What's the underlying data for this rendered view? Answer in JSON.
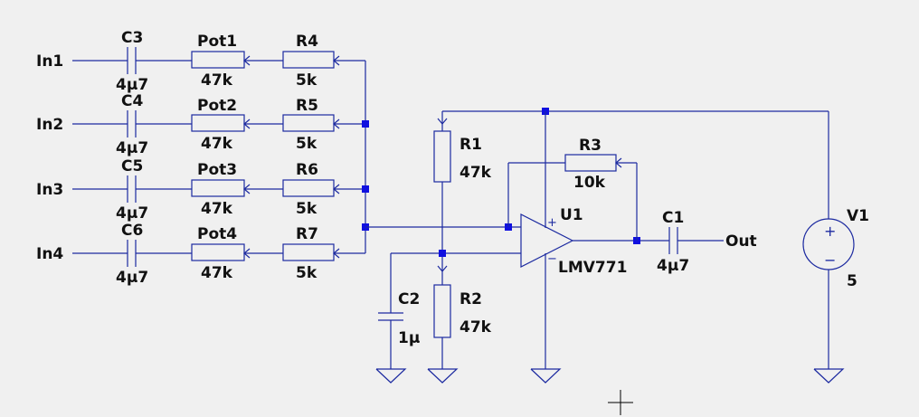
{
  "inputs": {
    "in1": "In1",
    "in2": "In2",
    "in3": "In3",
    "in4": "In4"
  },
  "output": "Out",
  "caps": {
    "c3": {
      "name": "C3",
      "value": "4µ7"
    },
    "c4": {
      "name": "C4",
      "value": "4µ7"
    },
    "c5": {
      "name": "C5",
      "value": "4µ7"
    },
    "c6": {
      "name": "C6",
      "value": "4µ7"
    },
    "c1": {
      "name": "C1",
      "value": "4µ7"
    },
    "c2": {
      "name": "C2",
      "value": "1µ"
    }
  },
  "pots": {
    "pot1": {
      "name": "Pot1",
      "value": "47k"
    },
    "pot2": {
      "name": "Pot2",
      "value": "47k"
    },
    "pot3": {
      "name": "Pot3",
      "value": "47k"
    },
    "pot4": {
      "name": "Pot4",
      "value": "47k"
    }
  },
  "resistors": {
    "r4": {
      "name": "R4",
      "value": "5k"
    },
    "r5": {
      "name": "R5",
      "value": "5k"
    },
    "r6": {
      "name": "R6",
      "value": "5k"
    },
    "r7": {
      "name": "R7",
      "value": "5k"
    },
    "r1": {
      "name": "R1",
      "value": "47k"
    },
    "r2": {
      "name": "R2",
      "value": "47k"
    },
    "r3": {
      "name": "R3",
      "value": "10k"
    }
  },
  "opamp": {
    "name": "U1",
    "part": "LMV771",
    "plus": "+",
    "minus": "−"
  },
  "source": {
    "name": "V1",
    "value": "5",
    "plus": "+",
    "minus": "−"
  }
}
